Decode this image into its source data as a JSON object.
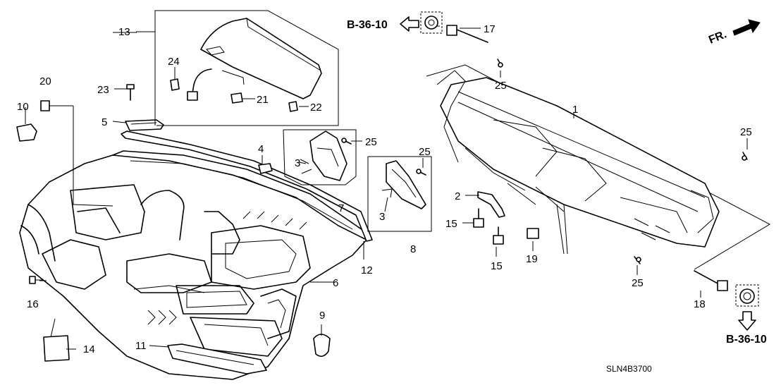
{
  "diagram": {
    "callouts": {
      "p1": "1",
      "p2": "2",
      "p3a": "3",
      "p3b": "3",
      "p4": "4",
      "p5": "5",
      "p6": "6",
      "p7": "7",
      "p8": "8",
      "p9": "9",
      "p10": "10",
      "p11": "11",
      "p12": "12",
      "p13": "13",
      "p14": "14",
      "p15a": "15",
      "p15b": "15",
      "p16": "16",
      "p17": "17",
      "p18": "18",
      "p19": "19",
      "p20": "20",
      "p21": "21",
      "p22": "22",
      "p23": "23",
      "p24": "24",
      "p25a": "25",
      "p25b": "25",
      "p25c": "25",
      "p25d": "25",
      "p25e": "25"
    },
    "refs": {
      "top": "B-36-10",
      "bottom": "B-36-10"
    },
    "front_label": "FR.",
    "diagram_code": "SLN4B3700"
  }
}
